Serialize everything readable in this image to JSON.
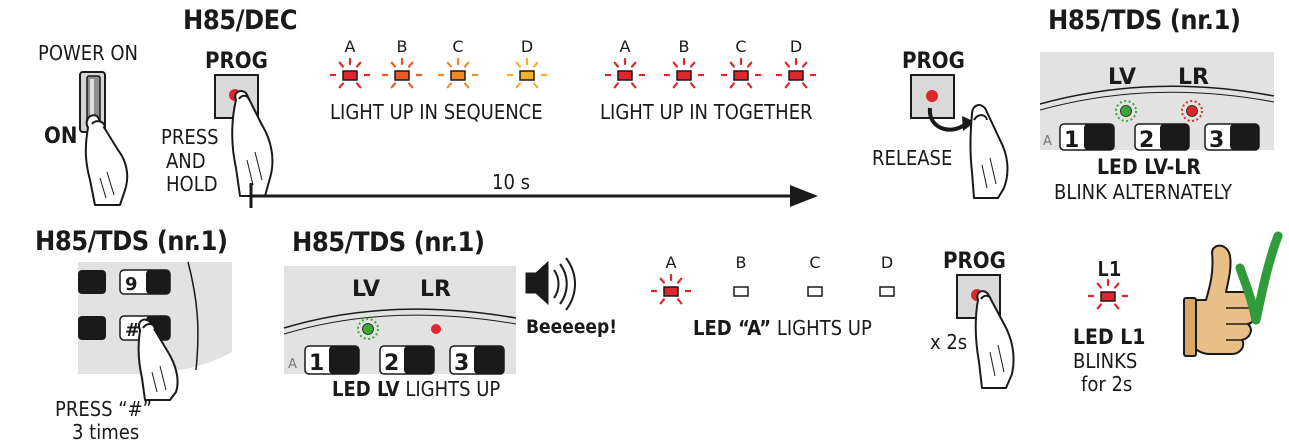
{
  "title_dec": "H85/DEC",
  "title_tds_top": "H85/TDS (nr.1)",
  "title_tds_left": "H85/TDS (nr.1)",
  "title_tds_mid": "H85/TDS (nr.1)",
  "power_on": "POWER ON",
  "on": "ON",
  "prog": "PROG",
  "press": "PRESS",
  "and": "AND",
  "hold": "HOLD",
  "release": "RELEASE",
  "seq1_letters": [
    "A",
    "B",
    "C",
    "D"
  ],
  "seq2_letters": [
    "A",
    "B",
    "C",
    "D"
  ],
  "seq3_letters": [
    "A",
    "B",
    "C",
    "D"
  ],
  "light_seq": "LIGHT UP IN SEQUENCE",
  "light_together": "LIGHT UP IN TOGETHER",
  "ten_s": "10 s",
  "lv": "LV",
  "lr": "LR",
  "keys": [
    "1",
    "2",
    "3"
  ],
  "key_a": "A",
  "keypad_keys": [
    "9",
    "#"
  ],
  "led_lv_lr": "LED LV-LR",
  "blink_alt": "BLINK ALTERNATELY",
  "press_hash": "PRESS “#”",
  "three_times": "3 times",
  "led_lv": "LED LV",
  "lights_up_lv": " LIGHTS UP",
  "beep": "Beeeeep!",
  "led_a": "LED “A”",
  "lights_up_a": " LIGHTS UP",
  "x2s": "x 2s",
  "l1": "L1",
  "led_l1": "LED L1",
  "blinks": "BLINKS",
  "for2s": "for 2s",
  "colors": {
    "red": "#e0262c",
    "orange": "#f08a24",
    "amber": "#f3b02a",
    "green": "#3aa935",
    "check": "#2f9b3a",
    "panel": "#e2e2e2"
  }
}
